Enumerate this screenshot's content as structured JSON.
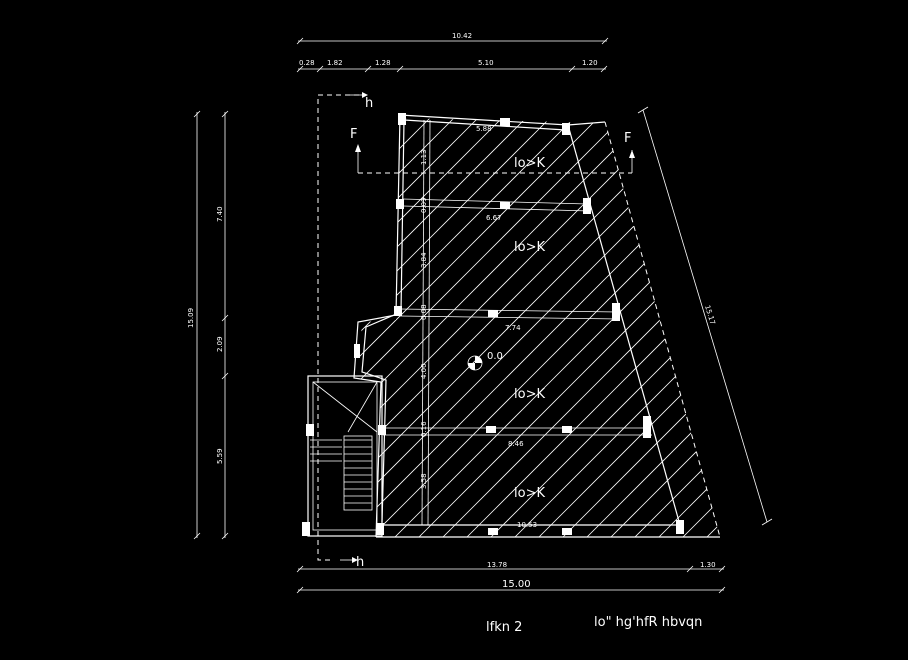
{
  "drawing": {
    "dims_top": {
      "overall": "10.42",
      "segments": [
        "0.28",
        "1.82",
        "1.28",
        "5.10",
        "1.20"
      ]
    },
    "dims_left": {
      "overall": "15.09",
      "upper": "7.40",
      "middle": "2.09",
      "lower": "5.59"
    },
    "dims_right": {
      "diagonal": "15.17"
    },
    "dims_bottom": {
      "main": "13.78",
      "side": "1.30",
      "overall": "15.00"
    },
    "inner_dims": {
      "span1": "5.88",
      "span2": "6.67",
      "span3": "7.74",
      "span4": "8.46",
      "span5": "10.53",
      "v1": "1.13",
      "v2": "0.09",
      "v3": "3.84",
      "v4": "0.08",
      "v5": "4.00",
      "v6": "0.16",
      "v7": "3.58"
    },
    "room_labels": [
      "lo>K",
      "lo>K",
      "lo>K",
      "lo>K"
    ],
    "level_mark": "0.0",
    "section_letters": {
      "h_top": "h",
      "h_bottom": "h",
      "f_left": "F",
      "f_right": "F"
    },
    "title_left": "lfkn 2",
    "title_right": "lo\" hg'hfR hbvqn"
  }
}
